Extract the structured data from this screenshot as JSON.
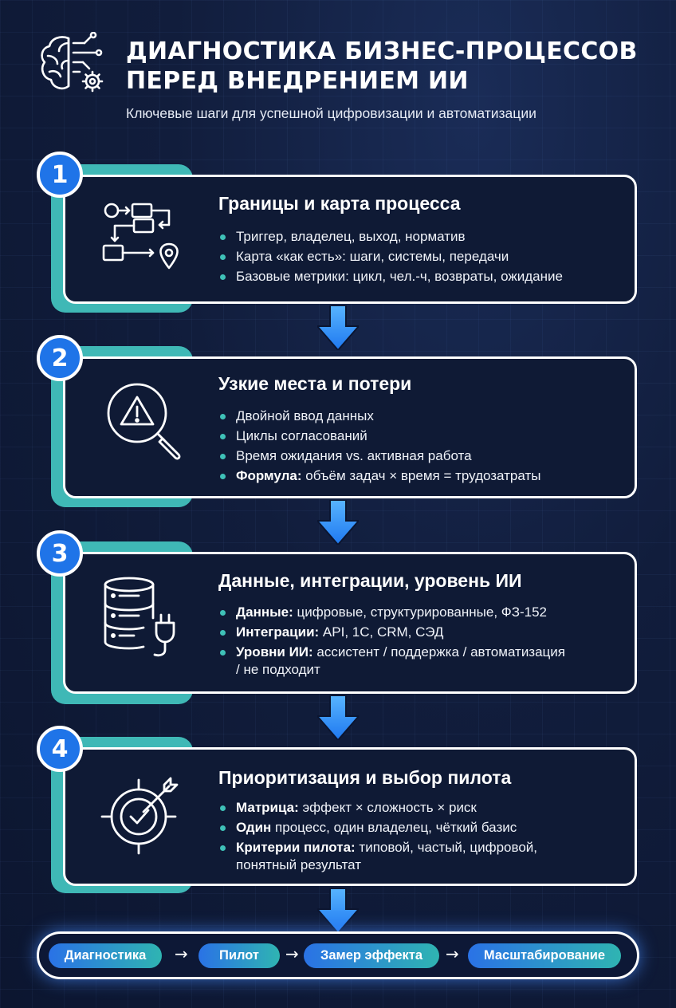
{
  "header": {
    "title_line1": "ДИАГНОСТИКА БИЗНЕС-ПРОЦЕССОВ",
    "title_line2": "ПЕРЕД ВНЕДРЕНИЕМ ИИ",
    "subtitle": "Ключевые шаги для успешной цифровизации и автоматизации",
    "icon": "brain-circuit-gear-icon"
  },
  "steps": [
    {
      "number": "1",
      "icon": "process-map-icon",
      "title": "Границы и карта процесса",
      "bullets": [
        {
          "bold": "",
          "text": "Триггер, владелец, выход, норматив"
        },
        {
          "bold": "",
          "text": "Карта «как есть»: шаги, системы, передачи"
        },
        {
          "bold": "",
          "text": "Базовые метрики: цикл, чел.-ч, возвраты, ожидание"
        }
      ]
    },
    {
      "number": "2",
      "icon": "magnifier-warning-icon",
      "title": "Узкие места и потери",
      "bullets": [
        {
          "bold": "",
          "text": "Двойной ввод данных"
        },
        {
          "bold": "",
          "text": "Циклы согласований"
        },
        {
          "bold": "",
          "text": "Время ожидания vs. активная работа"
        },
        {
          "bold": "Формула:",
          "text": " объём задач × время = трудозатраты"
        }
      ]
    },
    {
      "number": "3",
      "icon": "database-plug-icon",
      "title": "Данные, интеграции, уровень ИИ",
      "bullets": [
        {
          "bold": "Данные:",
          "text": " цифровые, структурированные, ФЗ-152"
        },
        {
          "bold": "Интеграции:",
          "text": " API, 1С, CRM, СЭД"
        },
        {
          "bold": "Уровни ИИ:",
          "text": " ассистент / поддержка / автоматизация",
          "text2": "/ не подходит"
        }
      ]
    },
    {
      "number": "4",
      "icon": "target-arrow-check-icon",
      "title": "Приоритизация и выбор пилота",
      "bullets": [
        {
          "bold": "Матрица:",
          "text": " эффект × сложность × риск"
        },
        {
          "bold": "Один",
          "text": " процесс, один владелец, чёткий базис"
        },
        {
          "bold": "Критерии пилота:",
          "text": " типовой, частый, цифровой,",
          "text2": "понятный результат"
        }
      ]
    }
  ],
  "pipeline": {
    "stages": [
      "Диагностика",
      "Пилот",
      "Замер эффекта",
      "Масштабирование"
    ],
    "arrow": "→"
  },
  "colors": {
    "background": "#111d3c",
    "accent_blue": "#1f74e8",
    "accent_teal": "#3fb8b6",
    "card_border": "#ffffff"
  }
}
